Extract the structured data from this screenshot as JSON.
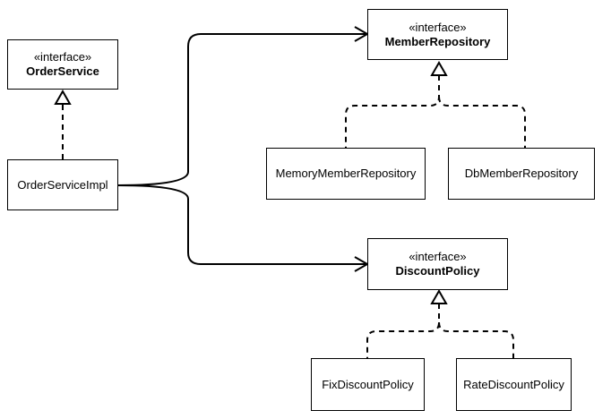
{
  "diagram": {
    "nodes": {
      "order_service": {
        "stereotype": "«interface»",
        "name": "OrderService"
      },
      "order_service_impl": {
        "name": "OrderServiceImpl"
      },
      "member_repository": {
        "stereotype": "«interface»",
        "name": "MemberRepository"
      },
      "memory_member_repository": {
        "name": "MemoryMemberRepository"
      },
      "db_member_repository": {
        "name": "DbMemberRepository"
      },
      "discount_policy": {
        "stereotype": "«interface»",
        "name": "DiscountPolicy"
      },
      "fix_discount_policy": {
        "name": "FixDiscountPolicy"
      },
      "rate_discount_policy": {
        "name": "RateDiscountPolicy"
      }
    },
    "edges": [
      {
        "from": "OrderServiceImpl",
        "to": "OrderService",
        "kind": "realization"
      },
      {
        "from": "OrderServiceImpl",
        "to": "MemberRepository",
        "kind": "association"
      },
      {
        "from": "OrderServiceImpl",
        "to": "DiscountPolicy",
        "kind": "association"
      },
      {
        "from": "MemoryMemberRepository",
        "to": "MemberRepository",
        "kind": "realization"
      },
      {
        "from": "DbMemberRepository",
        "to": "MemberRepository",
        "kind": "realization"
      },
      {
        "from": "FixDiscountPolicy",
        "to": "DiscountPolicy",
        "kind": "realization"
      },
      {
        "from": "RateDiscountPolicy",
        "to": "DiscountPolicy",
        "kind": "realization"
      }
    ]
  }
}
